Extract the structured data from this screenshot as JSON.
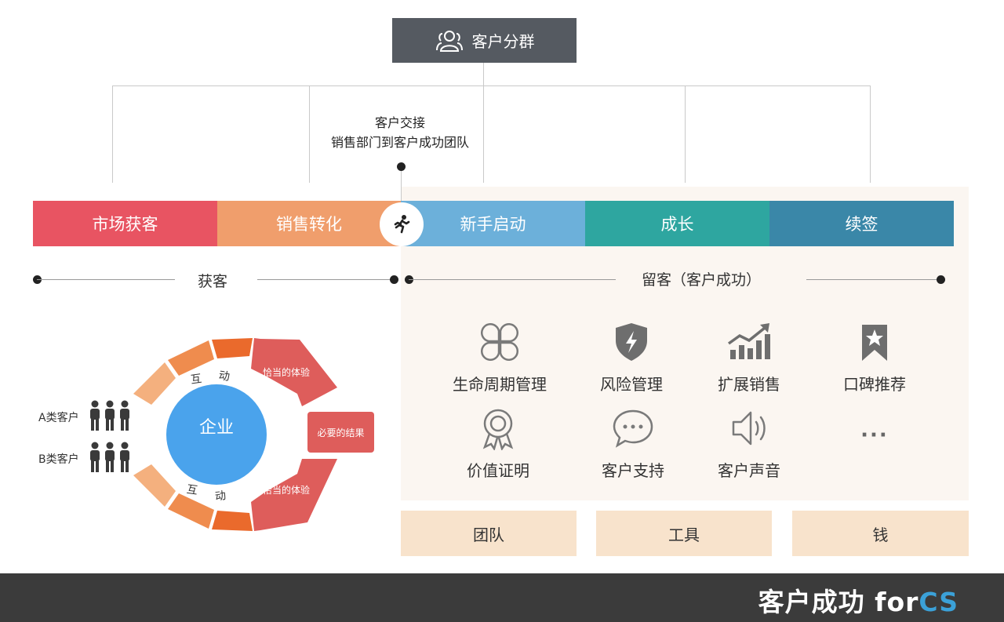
{
  "header": {
    "title": "客户分群",
    "icon": "users-group-icon"
  },
  "handover": {
    "line1": "客户交接",
    "line2": "销售部门到客户成功团队"
  },
  "stages": [
    {
      "label": "市场获客",
      "color": "#e85462"
    },
    {
      "label": "销售转化",
      "color": "#f09e6c"
    },
    {
      "label": "新手启动",
      "color": "#6cb0da"
    },
    {
      "label": "成长",
      "color": "#2ea6a0"
    },
    {
      "label": "续签",
      "color": "#3a87a8"
    }
  ],
  "runner_icon": "running-person-icon",
  "phases": {
    "acquisition": "获客",
    "retention": "留客（客户成功）"
  },
  "retention_items": [
    {
      "label": "生命周期管理",
      "icon": "clover-icon"
    },
    {
      "label": "风险管理",
      "icon": "shield-bolt-icon"
    },
    {
      "label": "扩展销售",
      "icon": "growth-chart-icon"
    },
    {
      "label": "口碑推荐",
      "icon": "bookmark-star-icon"
    },
    {
      "label": "价值证明",
      "icon": "award-badge-icon"
    },
    {
      "label": "客户支持",
      "icon": "chat-bubble-icon"
    },
    {
      "label": "客户声音",
      "icon": "speaker-icon"
    },
    {
      "label": "···",
      "icon": "more-dots-icon"
    }
  ],
  "resources": [
    "团队",
    "工具",
    "钱"
  ],
  "cycle": {
    "center": "企业",
    "interaction_top": [
      "互",
      "动"
    ],
    "interaction_bottom": [
      "互",
      "动"
    ],
    "experience_top": "恰当的体验",
    "experience_bottom": "恰当的体验",
    "result": "必要的结果",
    "customer_a": "A类客户",
    "customer_b": "B类客户",
    "colors": {
      "center": "#4aa3ec",
      "arrow": "#de5d5b",
      "segment_light": "#f4b07e",
      "segment_mid": "#ef8c4e",
      "segment_dark": "#ea6a2c"
    }
  },
  "footer": {
    "brand_main": "客户成功 for",
    "brand_accent": "CS"
  }
}
